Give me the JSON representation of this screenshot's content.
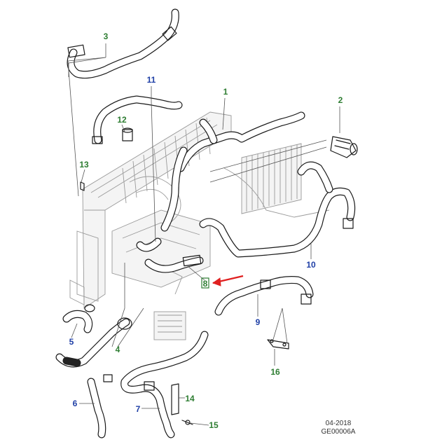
{
  "callouts": [
    {
      "id": "1",
      "color": "#2e7d32"
    },
    {
      "id": "2",
      "color": "#2e7d32"
    },
    {
      "id": "3",
      "color": "#2e7d32"
    },
    {
      "id": "4",
      "color": "#2e7d32"
    },
    {
      "id": "5",
      "color": "#1f3fa6"
    },
    {
      "id": "6",
      "color": "#1f3fa6"
    },
    {
      "id": "7",
      "color": "#1f3fa6"
    },
    {
      "id": "8",
      "color": "#2e7d32"
    },
    {
      "id": "9",
      "color": "#1f3fa6"
    },
    {
      "id": "10",
      "color": "#1f3fa6"
    },
    {
      "id": "11",
      "color": "#1f3fa6"
    },
    {
      "id": "12",
      "color": "#2e7d32"
    },
    {
      "id": "13",
      "color": "#2e7d32"
    },
    {
      "id": "14",
      "color": "#2e7d32"
    },
    {
      "id": "15",
      "color": "#2e7d32"
    },
    {
      "id": "16",
      "color": "#2e7d32"
    }
  ],
  "highlight": {
    "callout": "8",
    "arrow_color": "#e02020"
  },
  "footer": {
    "date": "04-2018",
    "code": "GE00006A"
  }
}
